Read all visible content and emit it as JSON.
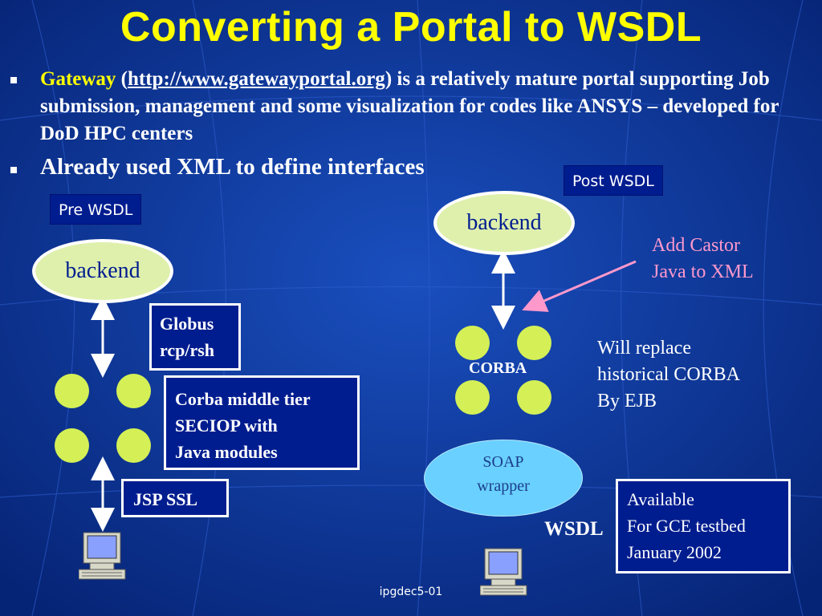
{
  "slide": {
    "title": "Converting a Portal to WSDL",
    "bullet1": {
      "gateway": "Gateway",
      "open_paren": " (",
      "url": "http://www.gatewayportal.org",
      "rest": ") is a relatively  mature portal supporting Job submission, management and some visualization for codes like ANSYS – developed for DoD HPC centers"
    },
    "bullet2": "Already used XML to define interfaces",
    "footer": "ipgdec5-01"
  },
  "pre_wsdl": {
    "tag": "Pre WSDL",
    "backend": "backend",
    "globus_line1": "Globus",
    "globus_line2": "rcp/rsh",
    "corba_line1": "Corba middle tier",
    "corba_line2": "SECIOP with",
    "corba_line3": "Java modules",
    "jsp": "JSP SSL"
  },
  "post_wsdl": {
    "tag": "Post WSDL",
    "backend": "backend",
    "castor_line1": "Add Castor",
    "castor_line2": "Java to XML",
    "corba_label": "CORBA",
    "replace_line1": "Will replace",
    "replace_line2": "historical CORBA",
    "replace_line3": "By EJB",
    "soap_line1": "SOAP",
    "soap_line2": "wrapper",
    "wsdl": "WSDL",
    "avail_line1": "Available",
    "avail_line2": "For GCE testbed",
    "avail_line3": "January 2002"
  },
  "colors": {
    "background": "#0b2f8c",
    "title": "#ffff00",
    "node": "#d4f056",
    "backend_fill": "#dff0ad",
    "soap_fill": "#69d0ff",
    "annotation": "#ff99cc"
  },
  "icons": [
    "computer-icon",
    "arrow-icon"
  ]
}
